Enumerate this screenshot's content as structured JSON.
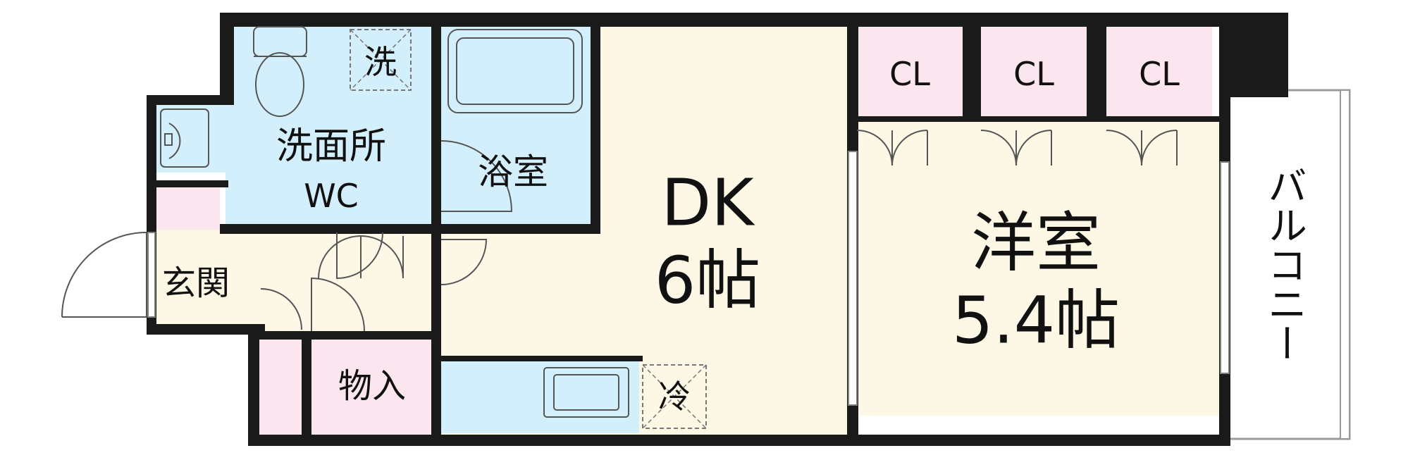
{
  "rooms": {
    "genkan": "玄関",
    "senmenjo_line1": "洗面所",
    "senmenjo_line2": "WC",
    "yokushitsu": "浴室",
    "monoire": "物入",
    "dk_line1": "DK",
    "dk_line2": "6帖",
    "yoshitsu_line1": "洋室",
    "yoshitsu_line2": "5.4帖",
    "closet_1": "CL",
    "closet_2": "CL",
    "closet_3": "CL",
    "balcony": "バルコニー"
  },
  "fixtures": {
    "washer": "洗",
    "fridge": "冷"
  },
  "colors": {
    "wall": "#1a1a1a",
    "wet_area": "#d3effb",
    "living_floor": "#fdf8e6",
    "storage": "#fbe5ee",
    "balcony": "#ffffff"
  }
}
